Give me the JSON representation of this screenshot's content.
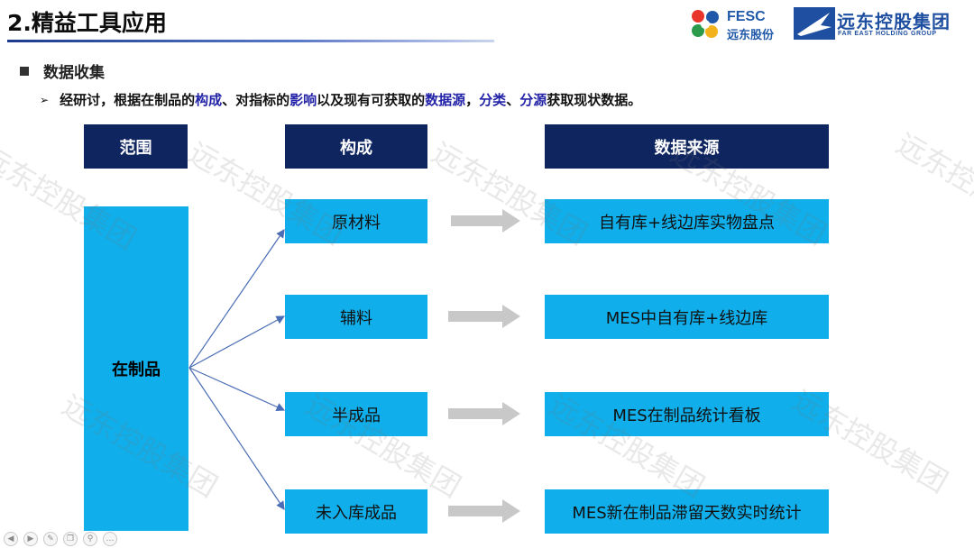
{
  "header": {
    "title": "2.精益工具应用"
  },
  "logos": {
    "fesc_en": "FESC",
    "fesc_cn": "远东股份",
    "group_cn": "远东控股集团",
    "group_en": "FAR EAST HOLDING GROUP"
  },
  "section": {
    "title": "数据收集"
  },
  "bullet": {
    "p1": "经研讨，根据在制品的",
    "h1": "构成",
    "p2": "、对指标的",
    "h2": "影响",
    "p3": "以及现有可获取的",
    "h3": "数据源",
    "p4": "，",
    "h4": "分类",
    "p5": "、",
    "h5": "分源",
    "p6": "获取现状数据。"
  },
  "columns": {
    "scope": "范围",
    "composition": "构成",
    "source": "数据来源"
  },
  "scope_value": "在制品",
  "rows": [
    {
      "component": "原材料",
      "source": "自有库+线边库实物盘点"
    },
    {
      "component": "辅料",
      "source": "MES中自有库+线边库"
    },
    {
      "component": "半成品",
      "source": "MES在制品统计看板"
    },
    {
      "component": "未入库成品",
      "source": "MES新在制品滞留天数实时统计"
    }
  ],
  "watermark": "远东控股集团",
  "colors": {
    "header_bg": "#0f2560",
    "box_bg": "#10aeea",
    "highlight": "#2323a8",
    "arrow": "#c8c8c8",
    "connector": "#4a6db5"
  }
}
